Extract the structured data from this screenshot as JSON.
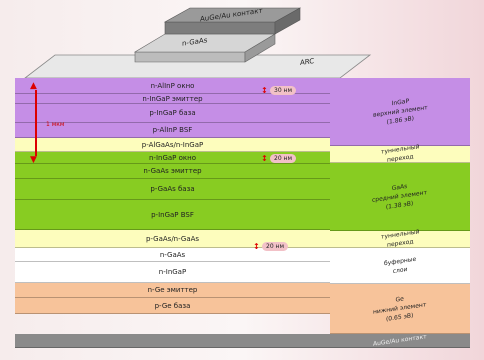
{
  "top": {
    "contact": "AuGe/Au контакт",
    "cap": "n-GaAs",
    "arc": "ARC"
  },
  "layers": [
    {
      "label": "n-AlInP окно",
      "color": "#c58ee6"
    },
    {
      "label": "n-InGaP эмиттер",
      "color": "#c58ee6"
    },
    {
      "label": "p-InGaP база",
      "color": "#c58ee6"
    },
    {
      "label": "p-AlInP BSF",
      "color": "#c58ee6"
    },
    {
      "label": "p-AlGaAs/n-InGaP",
      "color": "#fdfdbd"
    },
    {
      "label": "n-InGaP окно",
      "color": "#88cc22"
    },
    {
      "label": "n-GaAs эмиттер",
      "color": "#88cc22"
    },
    {
      "label": "p-GaAs база",
      "color": "#88cc22"
    },
    {
      "label": "p-InGaP BSF",
      "color": "#88cc22"
    },
    {
      "label": "p-GaAs/n-GaAs",
      "color": "#fdfdbd"
    },
    {
      "label": "n-GaAs",
      "color": "#ffffff"
    },
    {
      "label": "n-InGaP",
      "color": "#ffffff"
    },
    {
      "label": "n-Ge эмиттер",
      "color": "#f7c39a"
    },
    {
      "label": "p-Ge база",
      "color": "#f7c39a"
    }
  ],
  "side": {
    "top_cell": "InGaP\nверхний элемент\n(1.86 эВ)",
    "tunnel1": "туннельный\nпереход",
    "middle_cell": "GaAs\nсредний элемент\n(1.38 эВ)",
    "tunnel2": "туннельный\nпереход",
    "buffer": "буферные\nслои",
    "bottom_cell": "Ge\nнижний элемент\n(0.65 эВ)",
    "back_contact": "AuGe/Au контакт"
  },
  "notes": {
    "thickness_top": "30 нм",
    "thickness_tj1": "20 нм",
    "thickness_tj2": "20 нм",
    "one_micron": "1 мкм"
  },
  "colors": {
    "top_cell": "#c58ee6",
    "tunnel": "#fdfdbd",
    "middle_cell": "#88cc22",
    "buffer": "#ffffff",
    "bottom_cell": "#f7c39a",
    "contact": "#8a8a8a",
    "cap": "#bdbdbd"
  }
}
